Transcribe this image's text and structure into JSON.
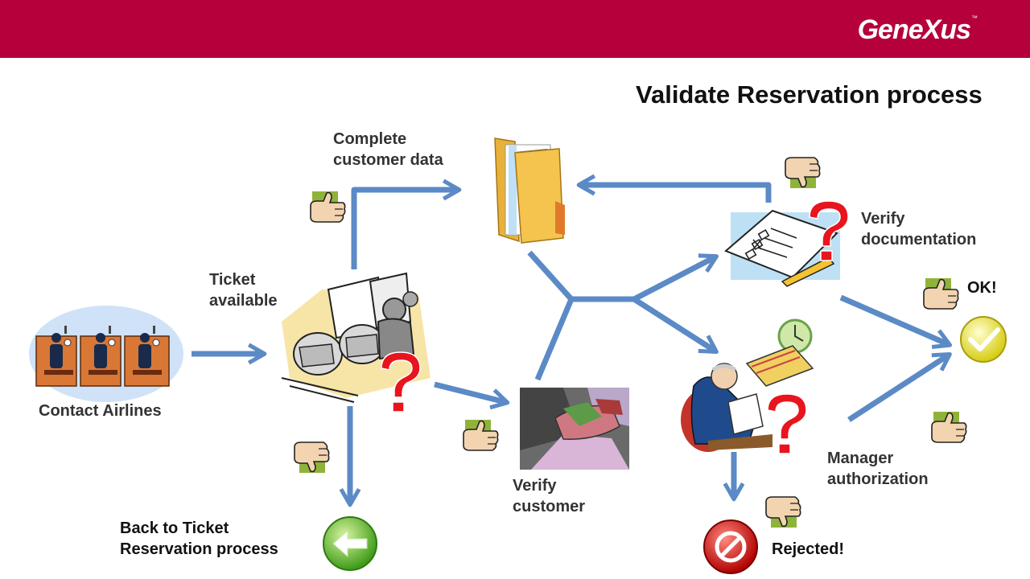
{
  "header": {
    "logo_text": "GeneXus",
    "logo_mark": "™",
    "bar_color": "#b5003c"
  },
  "title": "Validate Reservation process",
  "labels": {
    "contact_airlines": "Contact Airlines",
    "ticket_available": [
      "Ticket",
      "available"
    ],
    "complete_customer_data": [
      "Complete",
      "customer data"
    ],
    "verify_documentation": [
      "Verify",
      "documentation"
    ],
    "ok": "OK!",
    "verify_customer": [
      "Verify",
      "customer"
    ],
    "manager_authorization": [
      "Manager",
      "authorization"
    ],
    "back_to_ticket": [
      "Back to Ticket",
      "Reservation process"
    ],
    "rejected": "Rejected!"
  },
  "colors": {
    "arrow": "#5b8ac6",
    "question": "#e8141e",
    "thumb_green": "#8fb33a"
  },
  "icons": [
    "contact-airlines-clipart",
    "office-workers-clipart",
    "folder-icon",
    "checklist-icon",
    "handshake-clipart",
    "manager-clipart",
    "ok-check-icon",
    "back-arrow-icon",
    "rejected-icon",
    "thumbs-up-icon",
    "thumbs-down-icon",
    "question-mark-icon"
  ]
}
